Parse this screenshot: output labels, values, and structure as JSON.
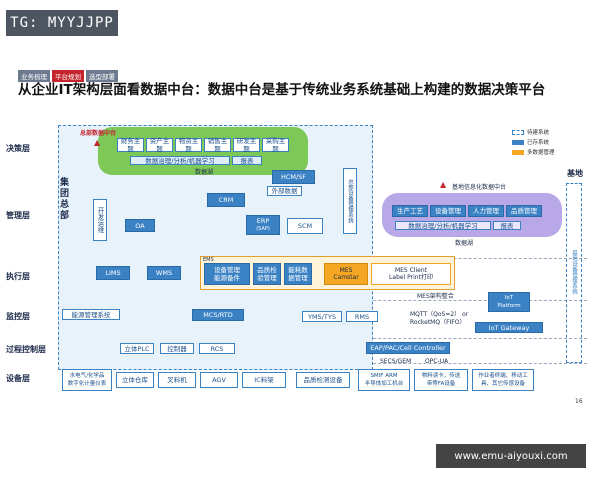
{
  "watermark": "TG: MYYJJPP",
  "breadcrumbs": [
    "业务梳理",
    "平台规划",
    "选型部署"
  ],
  "title": "从企业IT架构层面看数据中台：数据中台是基于传统业务系统基础上构建的数据决策平台",
  "layers": [
    "决策层",
    "管理层",
    "执行层",
    "监控层",
    "过程控制层",
    "设备层"
  ],
  "hq": {
    "label": "集团总部",
    "cloud_title": "总部数据中台",
    "themes": [
      "财务主题",
      "资产主题",
      "物资主题",
      "销售主题",
      "研发主题",
      "采购主题"
    ],
    "governance": "数据治理/分析/机器学习",
    "report": "报表",
    "lake": "数据湖",
    "outer_data": "外部数据",
    "hcm": "HCM/SF",
    "crm": "CRM",
    "oa": "OA",
    "erp": "ERP",
    "erp_sub": "(SAP)",
    "scm": "SCM",
    "dev_mgmt": "开发运维",
    "hq_device": "总部设备管理系统"
  },
  "base": {
    "cloud_title": "基地信息化数据中台",
    "themes": [
      "生产工艺",
      "设备管理",
      "人力管理",
      "品质管理"
    ],
    "governance": "数据治理/分析/机器学习",
    "report": "报表",
    "lake": "数据湖",
    "label": "基地",
    "device_mgmt": "基地设备管理系统"
  },
  "legend": [
    "待建系统",
    "已存系统",
    "多数据管理"
  ],
  "exec": {
    "lims": "LIMS",
    "wms": "WMS",
    "eams": "EMS",
    "mes_items": [
      "设备管理\n能源备件",
      "品质检\n验管理",
      "能耗数\n据管理"
    ],
    "mes_camstar": "MES\nCamstar",
    "mes_client": "MES Client\nLabel Print打印",
    "mes_arch": "MES架构整合",
    "iot_platform": "IoT\nPlatform",
    "iot_gateway": "IoT Gateway"
  },
  "monitor": {
    "energy": "能源管理系统",
    "mcs": "MCS/RTD",
    "yms": "YMS/TYS",
    "rms": "RMS",
    "mqtt": "MQTT（QoS=2） or",
    "rocketmq": "RocketMQ（FIFO）"
  },
  "process": {
    "plc": "立体PLC",
    "ctrl": "控制器",
    "rcs": "RCS",
    "eap": "EAP/PAC/Cell Controller",
    "secs": "SECS/GEM",
    "opc": "OPC-UA"
  },
  "devices": [
    "水电气/化学品\n数字化计量仪表",
    "立体仓库",
    "叉料机",
    "AGV",
    "IC料架",
    "品质检测设备",
    "SMIF ARM\n半导体加工机台",
    "物料读卡，传送\n带等FA设备",
    "作业者终端、移动工\n具、其它传感设备"
  ],
  "page_number": "16",
  "url": "www.emu-aiyouxi.com"
}
